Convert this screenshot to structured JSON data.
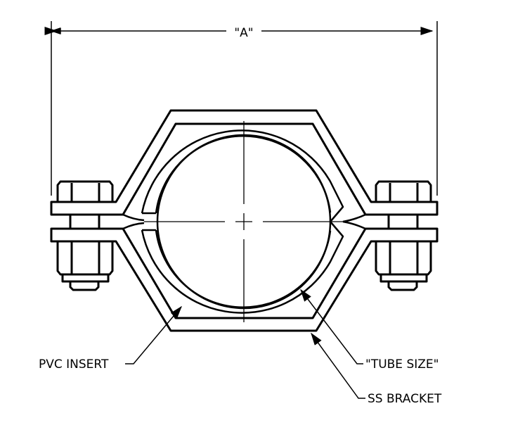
{
  "drawing": {
    "dimension_label": "\"A\"",
    "labels": {
      "pvc_insert": "PVC INSERT",
      "tube_size": "\"TUBE SIZE\"",
      "ss_bracket": "SS BRACKET"
    },
    "line_color": "#000000",
    "background": "#ffffff"
  }
}
